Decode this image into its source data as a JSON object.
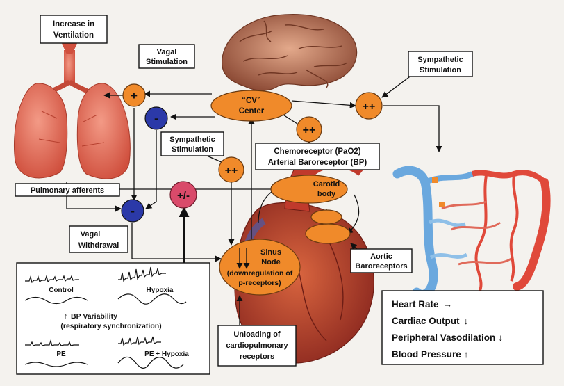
{
  "labels": {
    "increase_ventilation_1": "Increase in",
    "increase_ventilation_2": "Ventilation",
    "vagal_stim_1": "Vagal",
    "vagal_stim_2": "Stimulation",
    "sympathetic_top_1": "Sympathetic",
    "sympathetic_top_2": "Stimulation",
    "sympathetic_mid_1": "Sympathetic",
    "sympathetic_mid_2": "Stimulation",
    "cv_center_1": "“CV”",
    "cv_center_2": "Center",
    "chemoreceptor_1": "Chemoreceptor (PaO2)",
    "chemoreceptor_2": "Arterial Baroreceptor (BP)",
    "carotid_1": "Carotid",
    "carotid_2": "body",
    "pulmonary_afferents": "Pulmonary afferents",
    "vagal_withdrawal_1": "Vagal",
    "vagal_withdrawal_2": "Withdrawal",
    "sinus_1": "Sinus",
    "sinus_2": "Node",
    "sinus_3": "(downregulation of",
    "sinus_4": "p-receptors)",
    "aortic_1": "Aortic",
    "aortic_2": "Baroreceptors",
    "unloading_1": "Unloading of",
    "unloading_2": "cardiopulmonary",
    "unloading_3": "receptors",
    "bp_var_1": "BP Variability",
    "bp_var_2": "(respiratory synchronization)",
    "trace_control": "Control",
    "trace_hypoxia": "Hypoxia",
    "trace_pe": "PE",
    "trace_pe_hypoxia": "PE + Hypoxia"
  },
  "signs": {
    "vagal_plus": "+",
    "vagal_minus": "-",
    "withdrawal_minus": "-",
    "plus_minus": "+/-",
    "sym_top": "++",
    "sym_mid": "++",
    "sym_chemo": "++"
  },
  "outcomes": [
    {
      "text": "Heart Rate",
      "arrow": "→"
    },
    {
      "text": "Cardiac Output",
      "arrow": "↓"
    },
    {
      "text": "Peripheral Vasodilation",
      "arrow": "↓"
    },
    {
      "text": "Blood Pressure",
      "arrow": "↑"
    }
  ],
  "colors": {
    "orange": "#f08a2a",
    "blue": "#2b39a8",
    "pink": "#d94a6a",
    "lung": "#e06a55",
    "brain": "#b8664a",
    "heart": "#b73a2e",
    "vessel_red": "#e0493a",
    "vessel_blue": "#6aa8de"
  },
  "icons": [
    "lungs-icon",
    "brain-icon",
    "heart-icon",
    "vasculature-icon"
  ]
}
